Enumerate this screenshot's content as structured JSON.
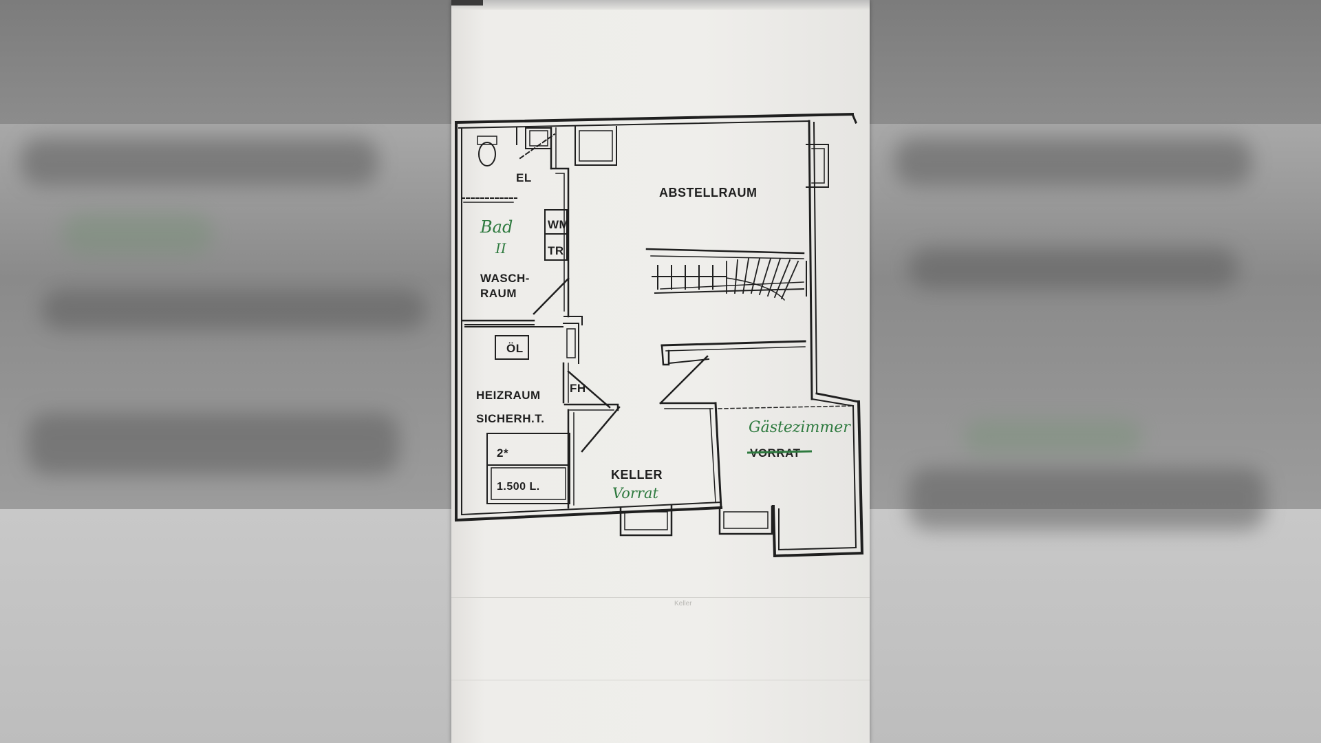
{
  "labels": {
    "bad": "Bad",
    "bad_num": "II",
    "el": "EL",
    "wm": "WM",
    "tr": "TR",
    "wasch_1": "WASCH-",
    "wasch_2": "RAUM",
    "abstellraum": "ABSTELLRAUM",
    "oel": "ÖL",
    "fh": "FH",
    "heizraum": "HEIZRAUM",
    "sicherh": "SICHERH.T.",
    "z": "2*",
    "tank": "1.500 L.",
    "keller": "KELLER",
    "vorrat_hand": "Vorrat",
    "gaeste": "Gästezimmer",
    "vorrat_struck": "VORRAT",
    "caption": "Keller"
  },
  "colors": {
    "ink": "#1f1f1f",
    "green_ink": "#2e7a3f",
    "paper": "#efeeeb"
  }
}
